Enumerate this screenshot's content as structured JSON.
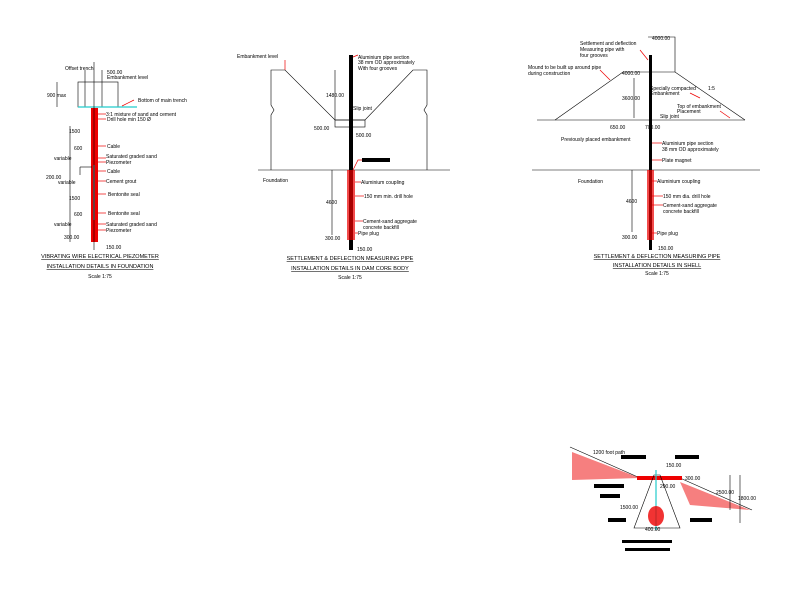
{
  "colors": {
    "line": "#000000",
    "leader": "#ee0000",
    "cable": "#22cccc",
    "fill": "#ee0000"
  },
  "d1": {
    "labels": [
      "Offset trench",
      "500.00",
      "Embankment level",
      "900 max",
      "Bottom of main trench",
      "3:1 mixture of sand and cement",
      "Drill hole min 150 Ø",
      "1500",
      "Cable",
      "600",
      "Saturated graded sand",
      "Piezometer",
      "variable",
      "Cable",
      "200.00",
      "variable",
      "Cement grout",
      "Bentonite seal",
      "1500",
      "600",
      "Bentonite seal",
      "variable",
      "Saturated graded sand",
      "Piezometer",
      "300.00",
      "150.00"
    ],
    "title1": "VIBRATING WIRE ELECTRICAL PIEZOMETER",
    "title2": "INSTALLATION DETAILS IN FOUNDATION",
    "scale": "Scale 1:75"
  },
  "d2": {
    "labels": [
      "Embankment level",
      "Aluminium pipe section",
      "38 mm OD approximately",
      "With four grooves",
      "1480.00",
      "Slip joint",
      "500.00",
      "500.00",
      "Foundation",
      "Aluminium coupling",
      "150 mm min. drill hole",
      "4600",
      "Cement-sand aggregate",
      "concrete backfill",
      "Pipe plug",
      "300.00",
      "150.00"
    ],
    "title1": "SETTLEMENT & DEFLECTION MEASURING PIPE",
    "title2": "INSTALLATION DETAILS IN DAM CORE BODY",
    "scale": "Scale 1:75"
  },
  "d3": {
    "labels": [
      "Settlement and deflection",
      "Measuring pipe with",
      "four grooves",
      "4000.00",
      "Mound to be built up around pipe",
      "during construction",
      "4000.00",
      "Specially compacted",
      "1:5",
      "Embankment",
      "3600.00",
      "Top of embankment",
      "Placement",
      "Slip joint",
      "650.00",
      "700.00",
      "Previously placed embankment",
      "Aluminium pipe section",
      "38 mm OD approximately",
      "Plate magnet",
      "Foundation",
      "Aluminium coupling",
      "150 mm dia. drill hole",
      "4600",
      "Cement-sand aggregate",
      "concrete backfill",
      "Pipe plug",
      "300.00",
      "150.00"
    ],
    "title1": "SETTLEMENT & DEFLECTION MEASURING PIPE",
    "title2": "INSTALLATION DETAILS IN SHELL",
    "scale": "Scale 1:75"
  },
  "d4": {
    "labels": [
      "1200 foot path",
      "150.00",
      "300.00",
      "200.00",
      "1500.00",
      "2500.00",
      "1800.00",
      "400.00"
    ]
  }
}
